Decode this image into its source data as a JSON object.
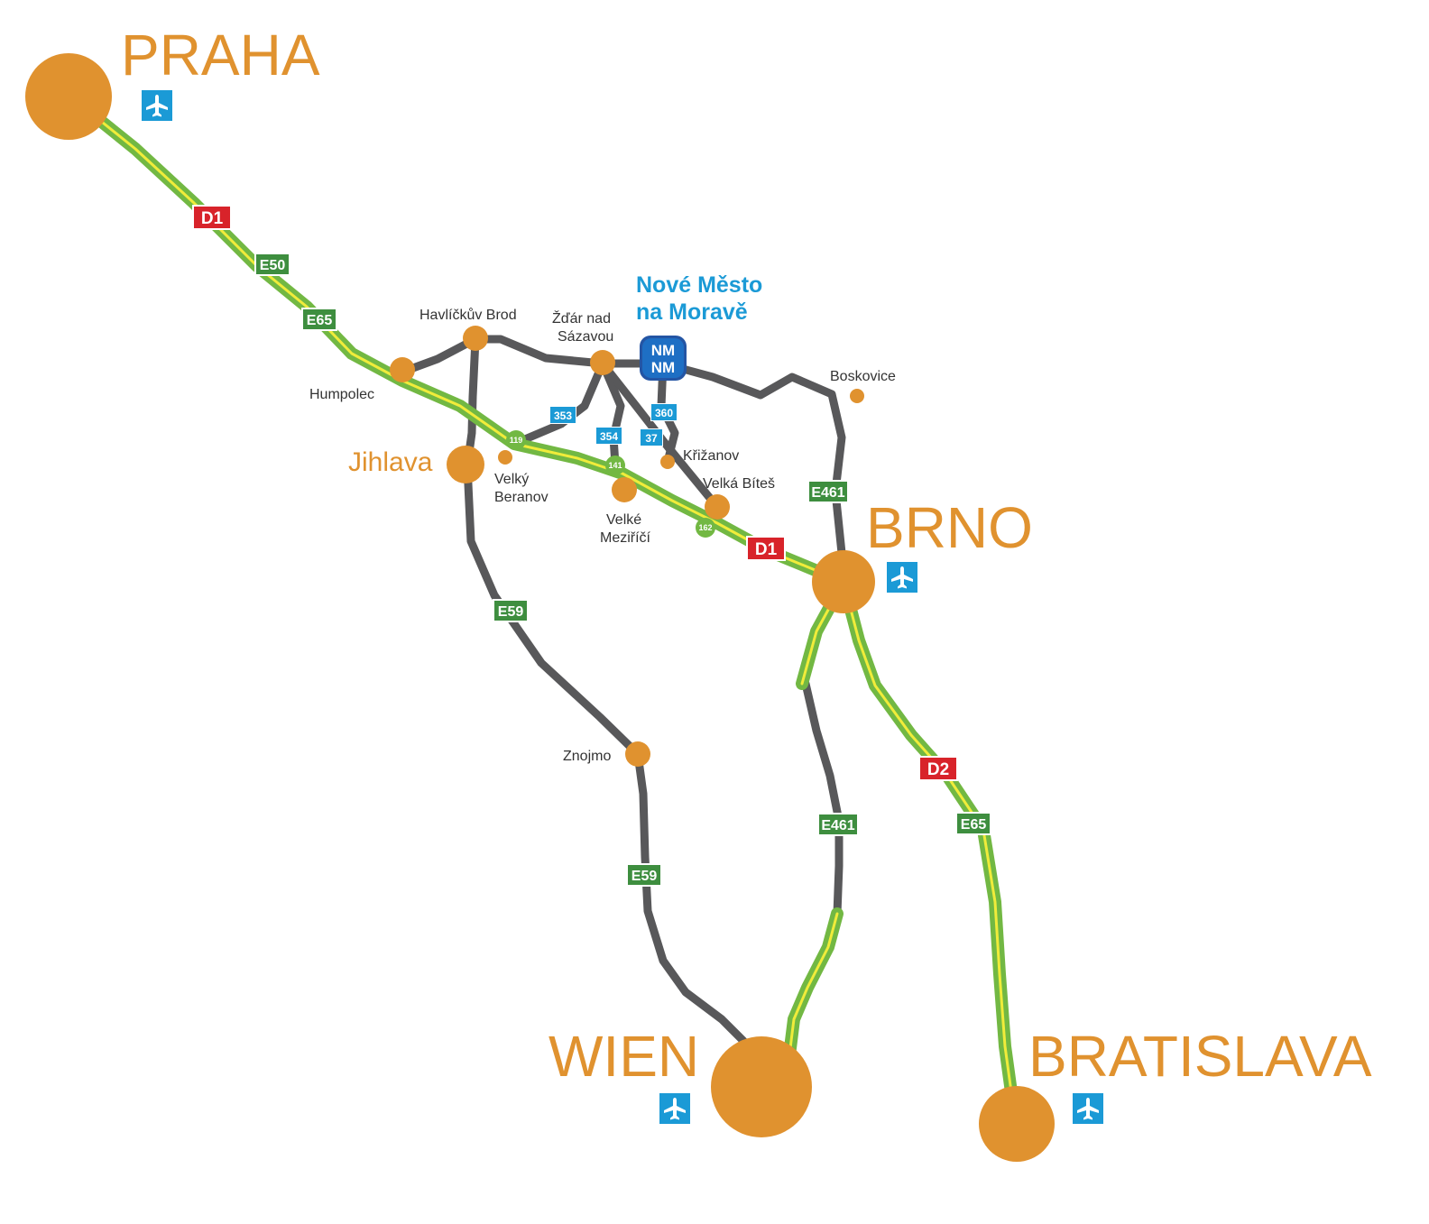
{
  "colors": {
    "city": "#E0922F",
    "motorway_outer": "#72B843",
    "motorway_center": "#F0EC3A",
    "road": "#58585A",
    "d_shield": "#D8232A",
    "e_shield": "#3E8E3F",
    "regional_shield": "#1B9AD6",
    "airport_icon": "#1B9AD6",
    "destination_text": "#1B9AD6"
  },
  "big_cities": {
    "praha": "PRAHA",
    "brno": "BRNO",
    "wien": "WIEN",
    "bratislava": "BRATISLAVA"
  },
  "mid_cities": {
    "jihlava": "Jihlava"
  },
  "small_cities": {
    "havlickuv_brod": "Havlíčkův Brod",
    "zdar_line1": "Žďár nad",
    "zdar_line2": "Sázavou",
    "humpolec": "Humpolec",
    "velky_beranov_line1": "Velký",
    "velky_beranov_line2": "Beranov",
    "velke_mezirici_line1": "Velké",
    "velke_mezirici_line2": "Meziříčí",
    "krizanov": "Křižanov",
    "velka_bites": "Velká Bíteš",
    "boskovice": "Boskovice",
    "znojmo": "Znojmo"
  },
  "destination": {
    "line1": "Nové Město",
    "line2": "na Moravě",
    "logo_text": "NM"
  },
  "shields": {
    "d1_north": "D1",
    "e50": "E50",
    "e65_north": "E65",
    "d1_south": "D1",
    "e461_north": "E461",
    "e59_north": "E59",
    "e59_south": "E59",
    "e461_south": "E461",
    "d2": "D2",
    "e65_south": "E65",
    "r353": "353",
    "r354": "354",
    "r37": "37",
    "r360": "360",
    "exit_119": "119",
    "exit_141": "141",
    "exit_162": "162"
  },
  "airports": [
    "airplane-icon",
    "airplane-icon",
    "airplane-icon",
    "airplane-icon"
  ]
}
